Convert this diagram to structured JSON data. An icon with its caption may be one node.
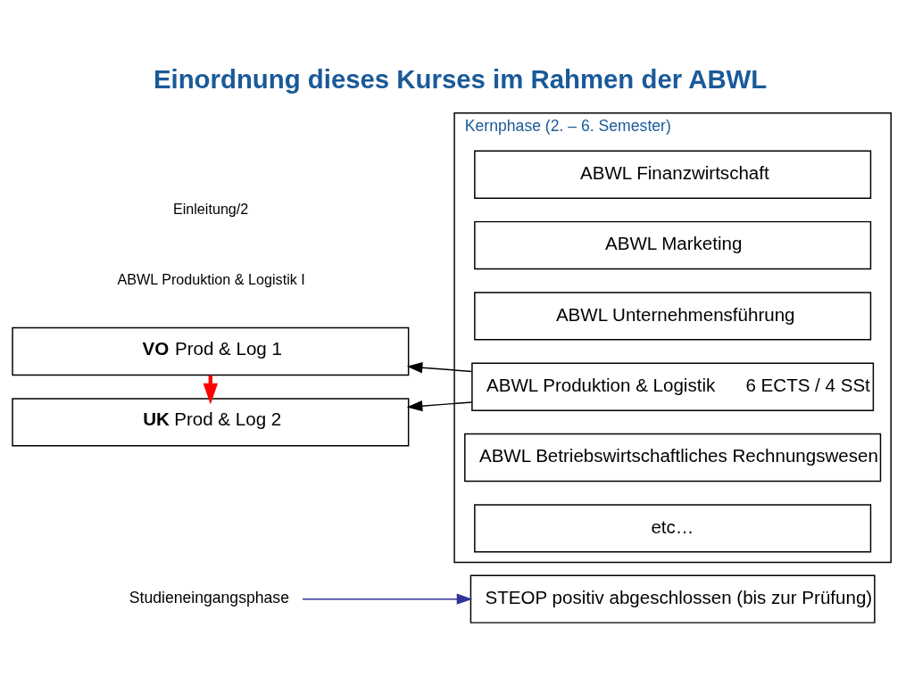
{
  "diagram": {
    "title": "Einordnung dieses Kurses im Rahmen der ABWL",
    "nodes": [
      {
        "text": [
          "Studieneingangsphase"
        ]
      },
      {
        "text": [
          "STEOP positiv abgeschlossen (bis zur Prüfung)"
        ]
      },
      {
        "text": [
          "Kernphase (2. – 6. Semester)"
        ]
      },
      {
        "text": [
          "ABWL Finanzwirtschaft"
        ],
        "in": 2
      },
      {
        "text": [
          "ABWL Marketing"
        ],
        "in": 2
      },
      {
        "text": [
          "ABWL Unternehmensführung"
        ],
        "in": 2
      },
      {
        "text": [
          "ABWL Produktion & Logistik",
          "6 ECTS / 4 SSt"
        ],
        "in": 2
      },
      {
        "text": [
          "ABWL Betriebswirtschaftliches Rechnungswesen"
        ],
        "in": 2
      },
      {
        "text": [
          "etc…"
        ],
        "in": 2
      },
      {
        "text": [
          "**VO** Prod & Log 1"
        ]
      },
      {
        "text": [
          "**UK** Prod & Log 2"
        ]
      }
    ],
    "edges": [
      {
        "from": 0,
        "to": 1,
        "arrow": "to",
        "color": "#333399"
      },
      {
        "from": 6,
        "to": 9,
        "arrow": "to"
      },
      {
        "from": 6,
        "to": 10,
        "arrow": "to"
      },
      {
        "from": 9,
        "to": 10,
        "arrow": "to",
        "style": "thick",
        "color": "#ff0000"
      }
    ],
    "labels": [
      "ABWL Produktion & Logistik I",
      "Einleitung/2"
    ]
  }
}
